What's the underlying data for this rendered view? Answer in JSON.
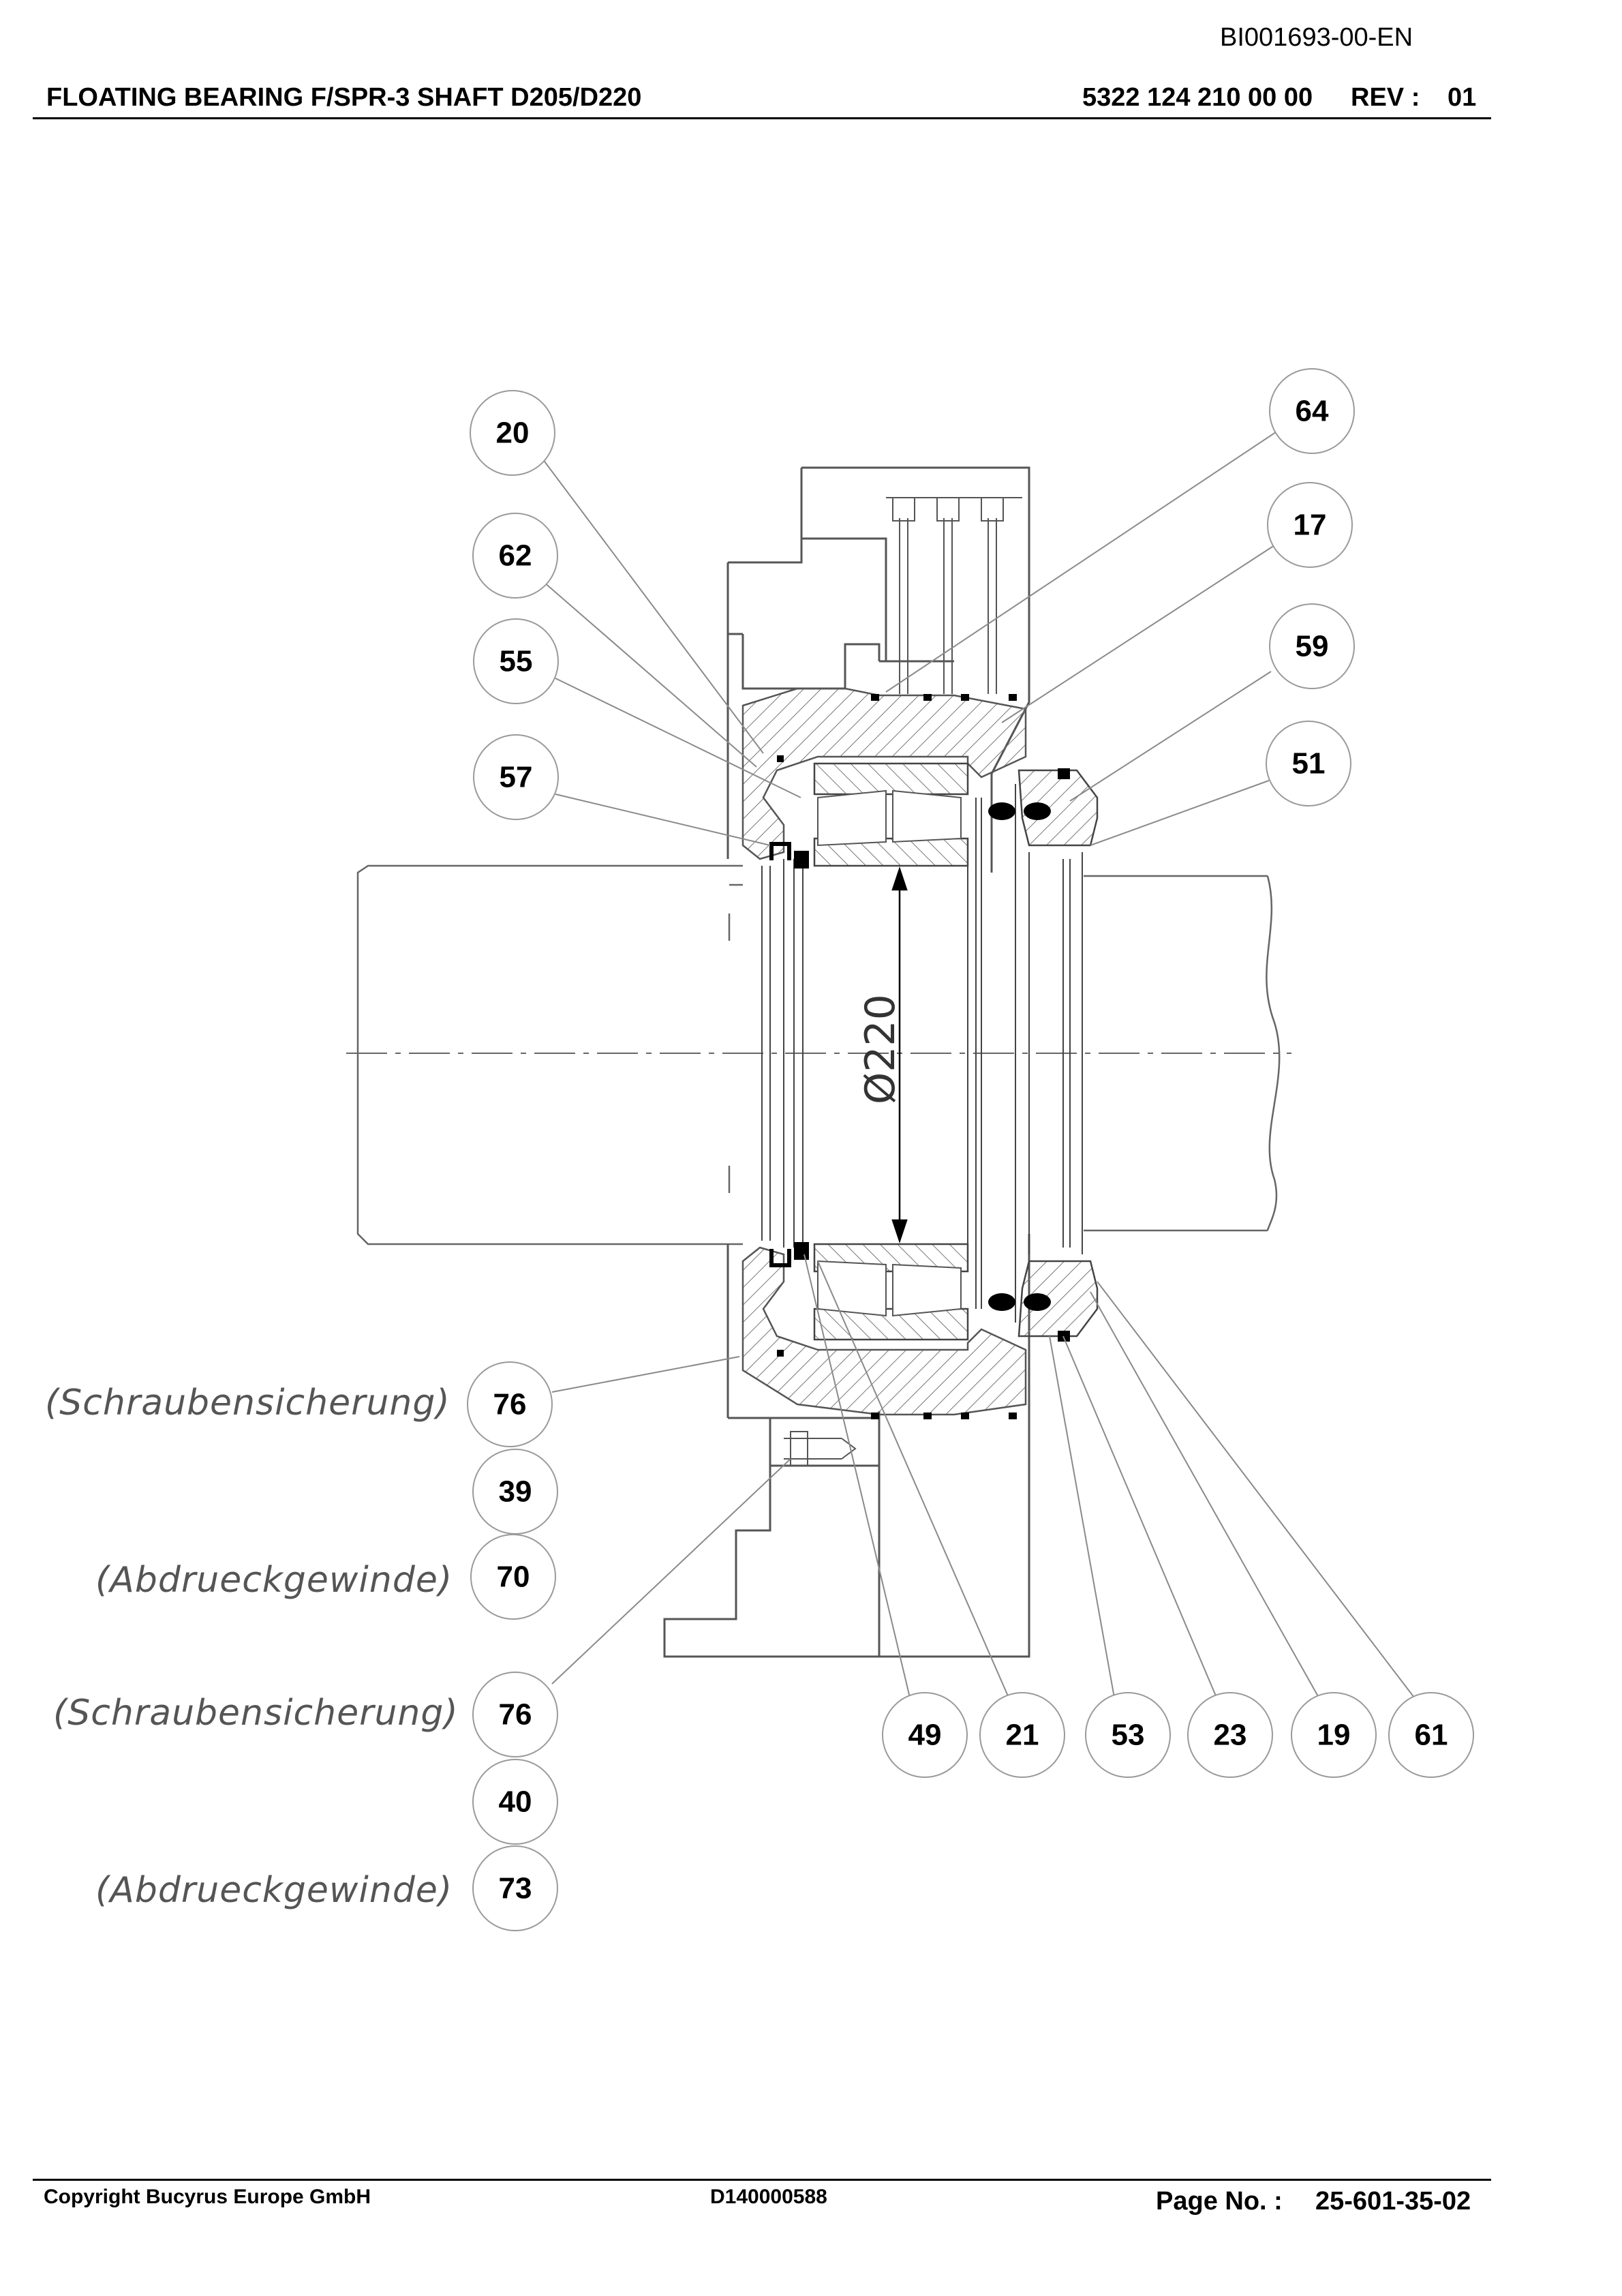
{
  "document": {
    "doc_id": "BI001693-00-EN",
    "title": "FLOATING BEARING F/SPR-3 SHAFT D205/D220",
    "part_number": "5322 124 210 00 00",
    "rev_label": "REV :",
    "rev_value": "01"
  },
  "footer": {
    "copyright": "Copyright Bucyrus Europe GmbH",
    "drawing_number": "D140000588",
    "page_label": "Page No. :",
    "page_number": "25-601-35-02"
  },
  "drawing": {
    "dimension_label": "Ø220",
    "balloons_left": [
      "20",
      "62",
      "55",
      "57"
    ],
    "balloons_right": [
      "64",
      "17",
      "59",
      "51"
    ],
    "balloons_bottom": [
      "49",
      "21",
      "53",
      "23",
      "19",
      "61"
    ],
    "balloons_lower_left": [
      "76",
      "39",
      "70",
      "76",
      "40",
      "73"
    ],
    "notes": [
      "(Schraubensicherung)",
      "(Abdrueckgewinde)",
      "(Schraubensicherung)",
      "(Abdrueckgewinde)"
    ]
  }
}
